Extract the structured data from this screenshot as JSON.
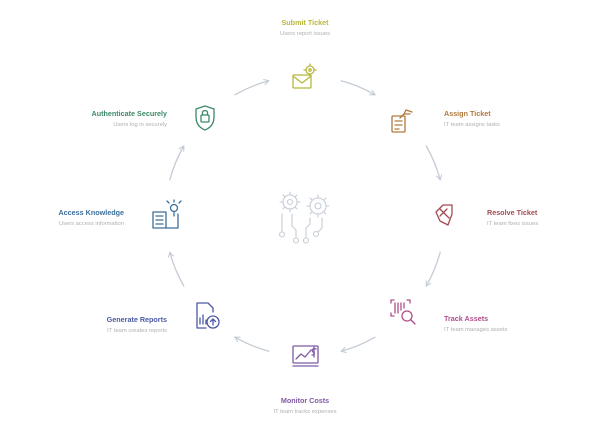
{
  "diagram": {
    "center_icon": "gears-circuit-icon",
    "steps": [
      {
        "id": "submit-ticket",
        "title": "Submit Ticket",
        "subtitle": "Users report issues",
        "icon": "envelope-gear-icon",
        "color": "#b8b83e"
      },
      {
        "id": "assign-ticket",
        "title": "Assign Ticket",
        "subtitle": "IT team assigns tasks",
        "icon": "clipboard-hand-icon",
        "color": "#b07a3c"
      },
      {
        "id": "resolve-ticket",
        "title": "Resolve Ticket",
        "subtitle": "IT team fixes issues",
        "icon": "wrench-tag-icon",
        "color": "#a34a52"
      },
      {
        "id": "track-assets",
        "title": "Track Assets",
        "subtitle": "IT team manages assets",
        "icon": "barcode-magnifier-icon",
        "color": "#b14d8a"
      },
      {
        "id": "monitor-costs",
        "title": "Monitor Costs",
        "subtitle": "IT team tracks expenses",
        "icon": "dollar-chart-icon",
        "color": "#7e5aa3"
      },
      {
        "id": "generate-reports",
        "title": "Generate Reports",
        "subtitle": "IT team creates reports",
        "icon": "report-upload-icon",
        "color": "#4c5aa3"
      },
      {
        "id": "access-knowledge",
        "title": "Access Knowledge",
        "subtitle": "Users access information",
        "icon": "book-lightbulb-icon",
        "color": "#3c6f9c"
      },
      {
        "id": "authenticate-securely",
        "title": "Authenticate Securely",
        "subtitle": "Users log in securely",
        "icon": "shield-lock-icon",
        "color": "#3c8a6a"
      }
    ]
  }
}
